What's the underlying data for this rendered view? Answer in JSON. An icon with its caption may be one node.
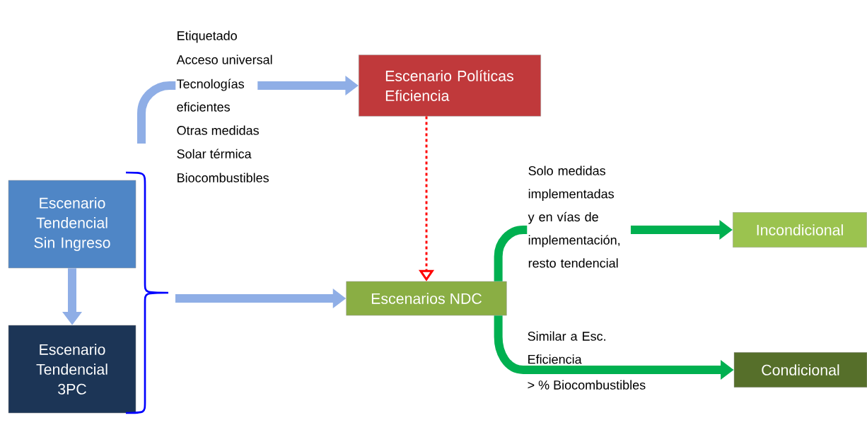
{
  "diagram": {
    "nodes": [
      {
        "text": [
          "Escenario Tendencial Sin Ingreso"
        ]
      },
      {
        "text": [
          "Escenario Tendencial 3PC"
        ]
      },
      {
        "text": [
          "Escenario Políticas Eficiencia"
        ]
      },
      {
        "text": [
          "Escenarios NDC"
        ]
      },
      {
        "text": [
          "Incondicional"
        ]
      },
      {
        "text": [
          "Condicional"
        ]
      }
    ],
    "edges": [
      {
        "from": 0,
        "to": 1,
        "arrow": "to"
      },
      {
        "from": null,
        "to": 2,
        "arrow": "to"
      },
      {
        "from": null,
        "to": 3,
        "arrow": "to"
      },
      {
        "from": 2,
        "to": 3,
        "arrow": "to",
        "style": "dashed",
        "color": "#ff0000"
      },
      {
        "from": 3,
        "to": 4,
        "arrow": "to",
        "label": "Solo medidas implementadas y en vías de implementación, resto tendencial",
        "color": "#00b050"
      },
      {
        "from": 3,
        "to": 5,
        "arrow": "to",
        "label": "Similar a Esc. Eficiencia",
        "color": "#00b050"
      }
    ],
    "labels": [
      "Etiquetado",
      "Acceso universal",
      "Tecnologías eficientes",
      "Otras medidas",
      "Solar térmica",
      "Biocombustibles",
      "> % Biocombustibles"
    ]
  }
}
